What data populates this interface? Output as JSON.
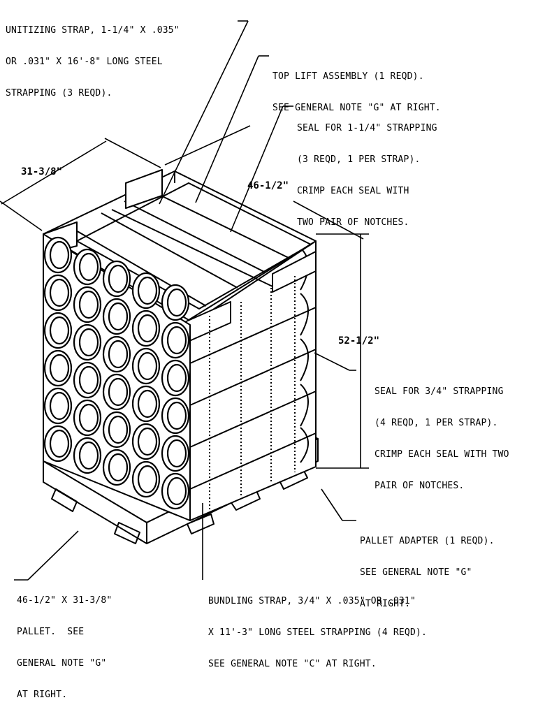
{
  "callouts": {
    "unitizing_strap": [
      "UNITIZING STRAP, 1-1/4\" X .035\"",
      "OR .031\" X 16'-8\" LONG STEEL",
      "STRAPPING (3 REQD)."
    ],
    "top_lift": [
      "TOP LIFT ASSEMBLY (1 REQD).",
      "SEE GENERAL NOTE \"G\" AT RIGHT."
    ],
    "seal_1_1_4": [
      "SEAL FOR 1-1/4\" STRAPPING",
      "(3 REQD, 1 PER STRAP).",
      "CRIMP EACH SEAL WITH",
      "TWO PAIR OF NOTCHES."
    ],
    "seal_3_4": [
      "SEAL FOR 3/4\" STRAPPING",
      "(4 REQD, 1 PER STRAP).",
      "CRIMP EACH SEAL WITH TWO",
      "PAIR OF NOTCHES."
    ],
    "pallet_adapter": [
      "PALLET ADAPTER (1 REQD).",
      "SEE GENERAL NOTE \"G\"",
      "AT RIGHT."
    ],
    "pallet": [
      "46-1/2\" X 31-3/8\"",
      "PALLET.  SEE",
      "GENERAL NOTE \"G\"",
      "AT RIGHT."
    ],
    "bundling_strap": [
      "BUNDLING STRAP, 3/4\" X .035\" OR .031\"",
      "X 11'-3\" LONG STEEL STRAPPING (4 REQD).",
      "SEE GENERAL NOTE \"C\" AT RIGHT."
    ]
  },
  "dimensions": {
    "width": "31-3/8\"",
    "length": "46-1/2\"",
    "height": "52-1/2\""
  }
}
